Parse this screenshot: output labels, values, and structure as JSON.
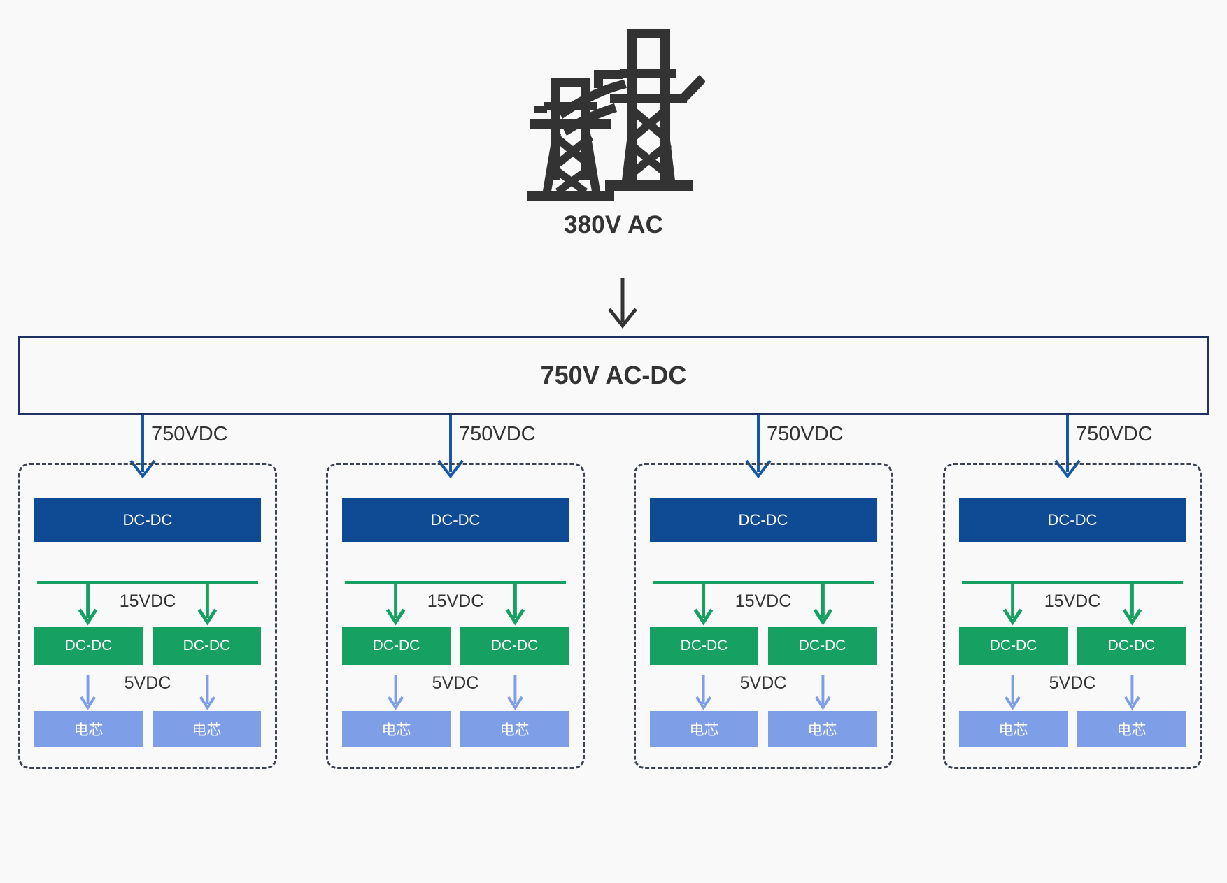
{
  "diagram": {
    "background_color": "#f9f9f9",
    "source": {
      "icon": "transmission-tower-icon",
      "icon_color": "#333333",
      "voltage_label": "380V AC"
    },
    "main_converter": {
      "label": "750V AC-DC",
      "border_color": "#1f3160",
      "text_color": "#333333"
    },
    "feeders": [
      {
        "label": "750VDC"
      },
      {
        "label": "750VDC"
      },
      {
        "label": "750VDC"
      },
      {
        "label": "750VDC"
      }
    ],
    "feeder_arrow_color": "#1558a8",
    "racks": [
      {
        "primary_converter": "DC-DC",
        "mid_voltage_label": "15VDC",
        "secondary_converters": [
          "DC-DC",
          "DC-DC"
        ],
        "low_voltage_label": "5VDC",
        "loads": [
          "电芯",
          "电芯"
        ]
      },
      {
        "primary_converter": "DC-DC",
        "mid_voltage_label": "15VDC",
        "secondary_converters": [
          "DC-DC",
          "DC-DC"
        ],
        "low_voltage_label": "5VDC",
        "loads": [
          "电芯",
          "电芯"
        ]
      },
      {
        "primary_converter": "DC-DC",
        "mid_voltage_label": "15VDC",
        "secondary_converters": [
          "DC-DC",
          "DC-DC"
        ],
        "low_voltage_label": "5VDC",
        "loads": [
          "电芯",
          "电芯"
        ]
      },
      {
        "primary_converter": "DC-DC",
        "mid_voltage_label": "15VDC",
        "secondary_converters": [
          "DC-DC",
          "DC-DC"
        ],
        "low_voltage_label": "5VDC",
        "loads": [
          "电芯",
          "电芯"
        ]
      }
    ],
    "colors": {
      "primary_converter_fill": "#0e4b94",
      "secondary_converter_fill": "#16a163",
      "load_fill": "#7f9ee8",
      "green_arrow": "#16a163",
      "light_blue_arrow": "#7f9ee8",
      "rack_border": "#3c4452",
      "source_arrow": "#333333"
    }
  }
}
